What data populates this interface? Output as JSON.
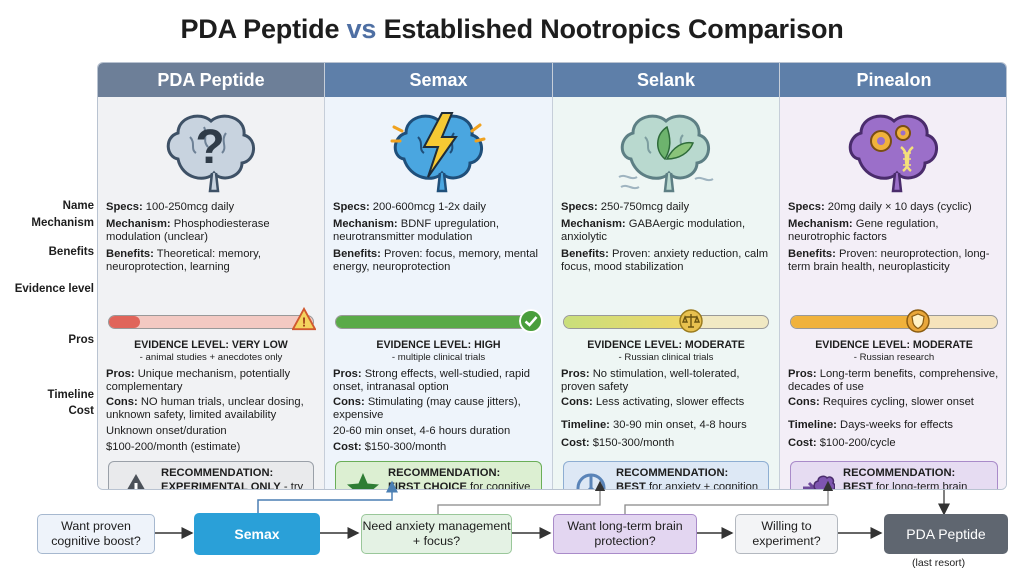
{
  "title": {
    "part1": "PDA Peptide",
    "vs": "vs",
    "part2": "Established Nootropics Comparison"
  },
  "row_labels": [
    "Name",
    "Mechanism",
    "Benefits",
    "Evidence level",
    "Pros",
    "Timeline",
    "Cost"
  ],
  "columns": [
    {
      "name": "PDA Peptide",
      "illustration": "brain-question-mark-icon",
      "specs_label": "Specs:",
      "specs": "100-250mcg daily",
      "mechanism_label": "Mechanism:",
      "mechanism": "Phosphodiesterase modulation (unclear)",
      "benefits_label": "Benefits:",
      "benefits": "Theoretical: memory, neuroprotection, learning",
      "evidence_level": "EVIDENCE LEVEL: VERY LOW",
      "evidence_fill": 0.15,
      "evidence_note": "- animal studies + anecdotes only",
      "evidence_icon": "warning-triangle-icon",
      "pros_label": "Pros:",
      "pros": "Unique mechanism, potentially complementary",
      "cons_label": "Cons:",
      "cons": "NO human trials, unclear dosing, unknown safety, limited availability",
      "timeline": "Unknown onset/duration",
      "cost": "$100-200/month (estimate)",
      "rec_title": "RECOMMENDATION:",
      "rec_strong": "EXPERIMENTAL ONLY",
      "rec_rest": " - try proven options first",
      "rec_icon": "warning-icon",
      "colors": {
        "bar": "#e0655a",
        "rec_bg": "#e9eaec",
        "rec_border": "#9aa0a8"
      }
    },
    {
      "name": "Semax",
      "illustration": "brain-lightning-icon",
      "specs_label": "Specs:",
      "specs": "200-600mcg 1-2x daily",
      "mechanism_label": "Mechanism:",
      "mechanism": "BDNF upregulation, neurotransmitter modulation",
      "benefits_label": "Benefits:",
      "benefits": "Proven: focus, memory, mental energy, neuroprotection",
      "evidence_level": "EVIDENCE LEVEL: HIGH",
      "evidence_fill": 1.0,
      "evidence_note": "- multiple clinical trials",
      "evidence_icon": "checkmark-icon",
      "pros_label": "Pros:",
      "pros": "Strong effects, well-studied, rapid onset, intranasal option",
      "cons_label": "Cons:",
      "cons": "Stimulating (may cause jitters), expensive",
      "timeline": "20-60 min onset, 4-6 hours duration",
      "cost_label": "Cost:",
      "cost": "$150-300/month",
      "rec_title": "RECOMMENDATION:",
      "rec_strong": "FIRST CHOICE",
      "rec_rest": " for cognitive enhancement",
      "rec_icon": "star-icon",
      "colors": {
        "bar": "#5aaa48",
        "rec_bg": "#dcefd2",
        "rec_border": "#6aae58"
      }
    },
    {
      "name": "Selank",
      "illustration": "brain-leaf-icon",
      "specs_label": "Specs:",
      "specs": "250-750mcg daily",
      "mechanism_label": "Mechanism:",
      "mechanism": "GABAergic modulation, anxiolytic",
      "benefits_label": "Benefits:",
      "benefits": "Proven: anxiety reduction, calm focus, mood stabilization",
      "evidence_level": "EVIDENCE LEVEL: MODERATE",
      "evidence_fill": 0.6,
      "evidence_note": "- Russian clinical trials",
      "evidence_icon": "scale-icon",
      "pros_label": "Pros:",
      "pros": "No stimulation, well-tolerated, proven safety",
      "cons_label": "Cons:",
      "cons": "Less activating, slower effects",
      "timeline_label": "Timeline:",
      "timeline": "30-90 min onset, 4-8 hours",
      "cost_label": "Cost:",
      "cost": "$150-300/month",
      "rec_title": "RECOMMENDATION:",
      "rec_strong": "BEST",
      "rec_rest": " for anxiety + cognition",
      "rec_icon": "peace-icon",
      "colors": {
        "bar": "#e9d36e",
        "rec_bg": "#dde8f5",
        "rec_border": "#8eaed2"
      }
    },
    {
      "name": "Pinealon",
      "illustration": "brain-gears-dna-icon",
      "specs_label": "Specs:",
      "specs": "20mg daily × 10 days (cyclic)",
      "mechanism_label": "Mechanism:",
      "mechanism": "Gene regulation, neurotrophic factors",
      "benefits_label": "Benefits:",
      "benefits": "Proven: neuroprotection, long-term brain health, neuroplasticity",
      "evidence_level": "EVIDENCE LEVEL: MODERATE",
      "evidence_fill": 0.6,
      "evidence_note": "- Russian research",
      "evidence_icon": "shield-icon",
      "pros_label": "Pros:",
      "pros": "Long-term benefits, comprehensive, decades of use",
      "cons_label": "Cons:",
      "cons": "Requires cycling, slower onset",
      "timeline_label": "Timeline:",
      "timeline": "Days-weeks for effects",
      "cost_label": "Cost:",
      "cost": "$100-200/cycle",
      "rec_title": "RECOMMENDATION:",
      "rec_strong": "BEST",
      "rec_rest": " for long-term brain health",
      "rec_icon": "brain-arrow-icon",
      "colors": {
        "bar": "#f0b23c",
        "rec_bg": "#e6dcf2",
        "rec_border": "#a98bc9"
      }
    }
  ],
  "flow": {
    "q1": "Want proven cognitive boost?",
    "semax": "Semax",
    "q2": "Need anxiety management + focus?",
    "q3": "Want long-term brain protection?",
    "q4": "Willing to experiment?",
    "pda": "PDA Peptide",
    "last_resort": "(last resort)"
  },
  "colors": {
    "header": "#5e7fa9",
    "title_vs": "#4e6fa3",
    "semax_node": "#2aa0d8",
    "pda_node": "#5f6670"
  }
}
